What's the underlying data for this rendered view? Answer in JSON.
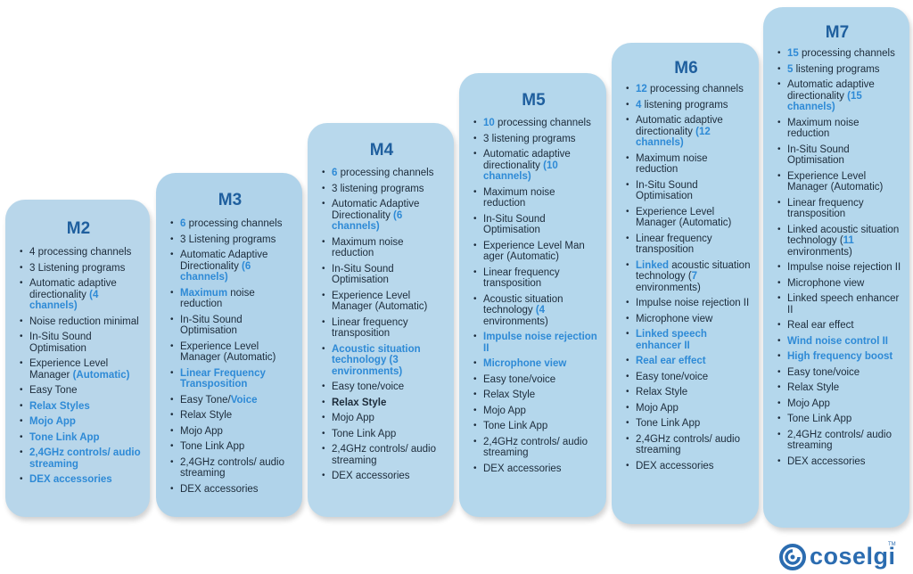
{
  "models": [
    {
      "id": "m2",
      "title": "M2",
      "bg": "#b8d6ea",
      "features": [
        [
          {
            "t": "4 processing channels"
          }
        ],
        [
          {
            "t": "3 Listening programs"
          }
        ],
        [
          {
            "t": "Automatic adaptive directionality "
          },
          {
            "t": "(4 channels)",
            "s": "hl"
          }
        ],
        [
          {
            "t": "Noise reduction minimal"
          }
        ],
        [
          {
            "t": "In-Situ Sound Optimisation"
          }
        ],
        [
          {
            "t": "Experience Level Manager "
          },
          {
            "t": "(Automatic)",
            "s": "hl"
          }
        ],
        [
          {
            "t": "Easy Tone"
          }
        ],
        [
          {
            "t": "Relax Styles",
            "s": "hl"
          }
        ],
        [
          {
            "t": "Mojo App",
            "s": "hl"
          }
        ],
        [
          {
            "t": "Tone Link App",
            "s": "hl"
          }
        ],
        [
          {
            "t": "2,4GHz controls/ audio streaming",
            "s": "hl"
          }
        ],
        [
          {
            "t": "DEX accessories",
            "s": "hl"
          }
        ]
      ]
    },
    {
      "id": "m3",
      "title": "M3",
      "bg": "#b0d3ea",
      "features": [
        [
          {
            "t": "6",
            "s": "hl"
          },
          {
            "t": " processing channels"
          }
        ],
        [
          {
            "t": "3 Listening programs"
          }
        ],
        [
          {
            "t": "Automatic Adaptive Directionality "
          },
          {
            "t": "(6 channels)",
            "s": "hl"
          }
        ],
        [
          {
            "t": "Maximum",
            "s": "hl"
          },
          {
            "t": " noise reduction"
          }
        ],
        [
          {
            "t": "In-Situ Sound Optimisation"
          }
        ],
        [
          {
            "t": "Experience Level Manager (Automatic)"
          }
        ],
        [
          {
            "t": "Linear Frequency Transposition",
            "s": "hl"
          }
        ],
        [
          {
            "t": "Easy Tone/"
          },
          {
            "t": "Voice",
            "s": "hl"
          }
        ],
        [
          {
            "t": "Relax Style"
          }
        ],
        [
          {
            "t": "Mojo App"
          }
        ],
        [
          {
            "t": "Tone Link App"
          }
        ],
        [
          {
            "t": "2,4GHz controls/ audio streaming"
          }
        ],
        [
          {
            "t": "DEX accessories"
          }
        ]
      ]
    },
    {
      "id": "m4",
      "title": "M4",
      "bg": "#b8d8ec",
      "features": [
        [
          {
            "t": "6",
            "s": "hl"
          },
          {
            "t": " processing channels"
          }
        ],
        [
          {
            "t": "3 listening programs"
          }
        ],
        [
          {
            "t": "Automatic Adaptive Directionality "
          },
          {
            "t": "(6 channels)",
            "s": "hl"
          }
        ],
        [
          {
            "t": "Maximum noise reduction"
          }
        ],
        [
          {
            "t": "In-Situ Sound Optimisation"
          }
        ],
        [
          {
            "t": "Experience Level Manager (Automatic)"
          }
        ],
        [
          {
            "t": "Linear frequency transposition"
          }
        ],
        [
          {
            "t": "Acoustic situation technology (3 environments)",
            "s": "hl"
          }
        ],
        [
          {
            "t": "Easy tone/voice"
          }
        ],
        [
          {
            "t": "Relax Style",
            "s": "bd"
          }
        ],
        [
          {
            "t": "Mojo App"
          }
        ],
        [
          {
            "t": "Tone Link App"
          }
        ],
        [
          {
            "t": "2,4GHz controls/ audio streaming"
          }
        ],
        [
          {
            "t": "DEX accessories"
          }
        ]
      ]
    },
    {
      "id": "m5",
      "title": "M5",
      "bg": "#b4d7ec",
      "features": [
        [
          {
            "t": "10",
            "s": "hl"
          },
          {
            "t": " processing channels"
          }
        ],
        [
          {
            "t": "3 listening programs"
          }
        ],
        [
          {
            "t": "Automatic adaptive directionality "
          },
          {
            "t": "(10 channels)",
            "s": "hl"
          }
        ],
        [
          {
            "t": "Maximum noise reduction"
          }
        ],
        [
          {
            "t": "In-Situ Sound Optimisation"
          }
        ],
        [
          {
            "t": "Experience Level Man ager (Automatic)"
          }
        ],
        [
          {
            "t": "Linear frequency transposition"
          }
        ],
        [
          {
            "t": "Acoustic situation technology "
          },
          {
            "t": "(4",
            "s": "hl"
          },
          {
            "t": " environments)"
          }
        ],
        [
          {
            "t": "Impulse noise rejection II",
            "s": "hl"
          }
        ],
        [
          {
            "t": "Microphone view",
            "s": "hl"
          }
        ],
        [
          {
            "t": "Easy tone/voice"
          }
        ],
        [
          {
            "t": "Relax Style"
          }
        ],
        [
          {
            "t": "Mojo App"
          }
        ],
        [
          {
            "t": "Tone Link App"
          }
        ],
        [
          {
            "t": "2,4GHz controls/ audio streaming"
          }
        ],
        [
          {
            "t": "DEX accessories"
          }
        ]
      ]
    },
    {
      "id": "m6",
      "title": "M6",
      "bg": "#b4d7ec",
      "features": [
        [
          {
            "t": "12",
            "s": "hl"
          },
          {
            "t": " processing channels"
          }
        ],
        [
          {
            "t": "4",
            "s": "hl"
          },
          {
            "t": " listening programs"
          }
        ],
        [
          {
            "t": "Automatic adaptive directionality "
          },
          {
            "t": "(12 channels)",
            "s": "hl"
          }
        ],
        [
          {
            "t": "Maximum noise reduction"
          }
        ],
        [
          {
            "t": "In-Situ Sound Optimisation"
          }
        ],
        [
          {
            "t": "Experience Level Manager (Automatic)"
          }
        ],
        [
          {
            "t": "Linear frequency transposition"
          }
        ],
        [
          {
            "t": "Linked",
            "s": "hl"
          },
          {
            "t": " acoustic situation technology ("
          },
          {
            "t": "7",
            "s": "hl"
          },
          {
            "t": " environments)"
          }
        ],
        [
          {
            "t": "Impulse noise rejection II"
          }
        ],
        [
          {
            "t": "Microphone view"
          }
        ],
        [
          {
            "t": "Linked speech enhancer II",
            "s": "hl"
          }
        ],
        [
          {
            "t": "Real ear effect",
            "s": "hl"
          }
        ],
        [
          {
            "t": "Easy tone/voice"
          }
        ],
        [
          {
            "t": "Relax Style"
          }
        ],
        [
          {
            "t": "Mojo App"
          }
        ],
        [
          {
            "t": "Tone Link App"
          }
        ],
        [
          {
            "t": "2,4GHz controls/ audio streaming"
          }
        ],
        [
          {
            "t": "DEX accessories"
          }
        ]
      ]
    },
    {
      "id": "m7",
      "title": "M7",
      "bg": "#b4d7ec",
      "features": [
        [
          {
            "t": "15",
            "s": "hl"
          },
          {
            "t": " processing channels"
          }
        ],
        [
          {
            "t": "5",
            "s": "hl"
          },
          {
            "t": " listening programs"
          }
        ],
        [
          {
            "t": "Automatic adaptive directionality "
          },
          {
            "t": "(15 channels)",
            "s": "hl"
          }
        ],
        [
          {
            "t": "Maximum noise reduction"
          }
        ],
        [
          {
            "t": "In-Situ Sound Optimisation"
          }
        ],
        [
          {
            "t": "Experience Level Manager (Automatic)"
          }
        ],
        [
          {
            "t": "Linear frequency transposition"
          }
        ],
        [
          {
            "t": "Linked acoustic situation technology ("
          },
          {
            "t": "11",
            "s": "hl"
          },
          {
            "t": " environments)"
          }
        ],
        [
          {
            "t": "Impulse noise rejection II"
          }
        ],
        [
          {
            "t": "Microphone view"
          }
        ],
        [
          {
            "t": "Linked speech enhancer II"
          }
        ],
        [
          {
            "t": "Real ear effect"
          }
        ],
        [
          {
            "t": "Wind noise control II",
            "s": "hl"
          }
        ],
        [
          {
            "t": "High frequency boost",
            "s": "hl"
          }
        ],
        [
          {
            "t": "Easy tone/voice"
          }
        ],
        [
          {
            "t": "Relax Style"
          }
        ],
        [
          {
            "t": "Mojo App"
          }
        ],
        [
          {
            "t": "Tone Link App"
          }
        ],
        [
          {
            "t": "2,4GHz controls/ audio streaming"
          }
        ],
        [
          {
            "t": "DEX accessories"
          }
        ]
      ]
    }
  ],
  "logo": {
    "name": "coselgi",
    "tm": "TM",
    "color": "#2b6cb0"
  }
}
